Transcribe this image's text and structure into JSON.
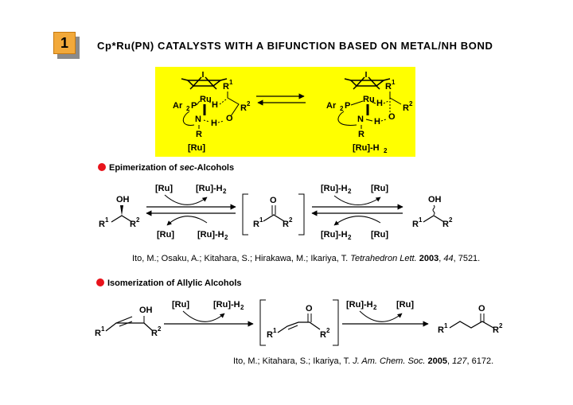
{
  "slide_number": "1",
  "title": "Cp*Ru(PN) CATALYSTS WITH A BIFUNCTION BASED ON METAL/NH BOND",
  "catalyst": {
    "left_label": "[Ru]",
    "right_label_main": "[Ru]-H",
    "right_label_sub": "2",
    "atoms": {
      "ru": "Ru",
      "ar": "Ar",
      "ar_sub": "2",
      "p": "P",
      "n": "N",
      "h": "H",
      "o": "O",
      "r": "R",
      "r1": "R",
      "r1_sup": "1",
      "r2": "R",
      "r2_sup": "2"
    }
  },
  "section1": {
    "heading_prefix": "Epimerization  of  ",
    "heading_italic": "sec",
    "heading_suffix": "-Alcohols",
    "ru": "[Ru]",
    "ruh2": "[Ru]-H",
    "ruh2_sub": "2",
    "oh": "OH",
    "o": "O",
    "reference": {
      "authors": "Ito, M.; Osaku, A.; Kitahara, S.; Hirakawa, M.; Ikariya, T. ",
      "journal": "Tetrahedron Lett.",
      "year": "2003",
      "volume": "44",
      "pages": ", 7521."
    }
  },
  "section2": {
    "heading": "Isomerization  of  Allylic  Alcohols",
    "ru": "[Ru]",
    "ruh2": "[Ru]-H",
    "ruh2_sub": "2",
    "oh": "OH",
    "o": "O",
    "reference": {
      "authors": "Ito, M.; Kitahara, S.; Ikariya, T. ",
      "journal": "J. Am. Chem. Soc.",
      "year": "2005",
      "volume": "127",
      "pages": ", 6172."
    }
  },
  "colors": {
    "highlight": "#ffff00",
    "bullet": "#e8131b",
    "badge": "#f2a93a"
  }
}
